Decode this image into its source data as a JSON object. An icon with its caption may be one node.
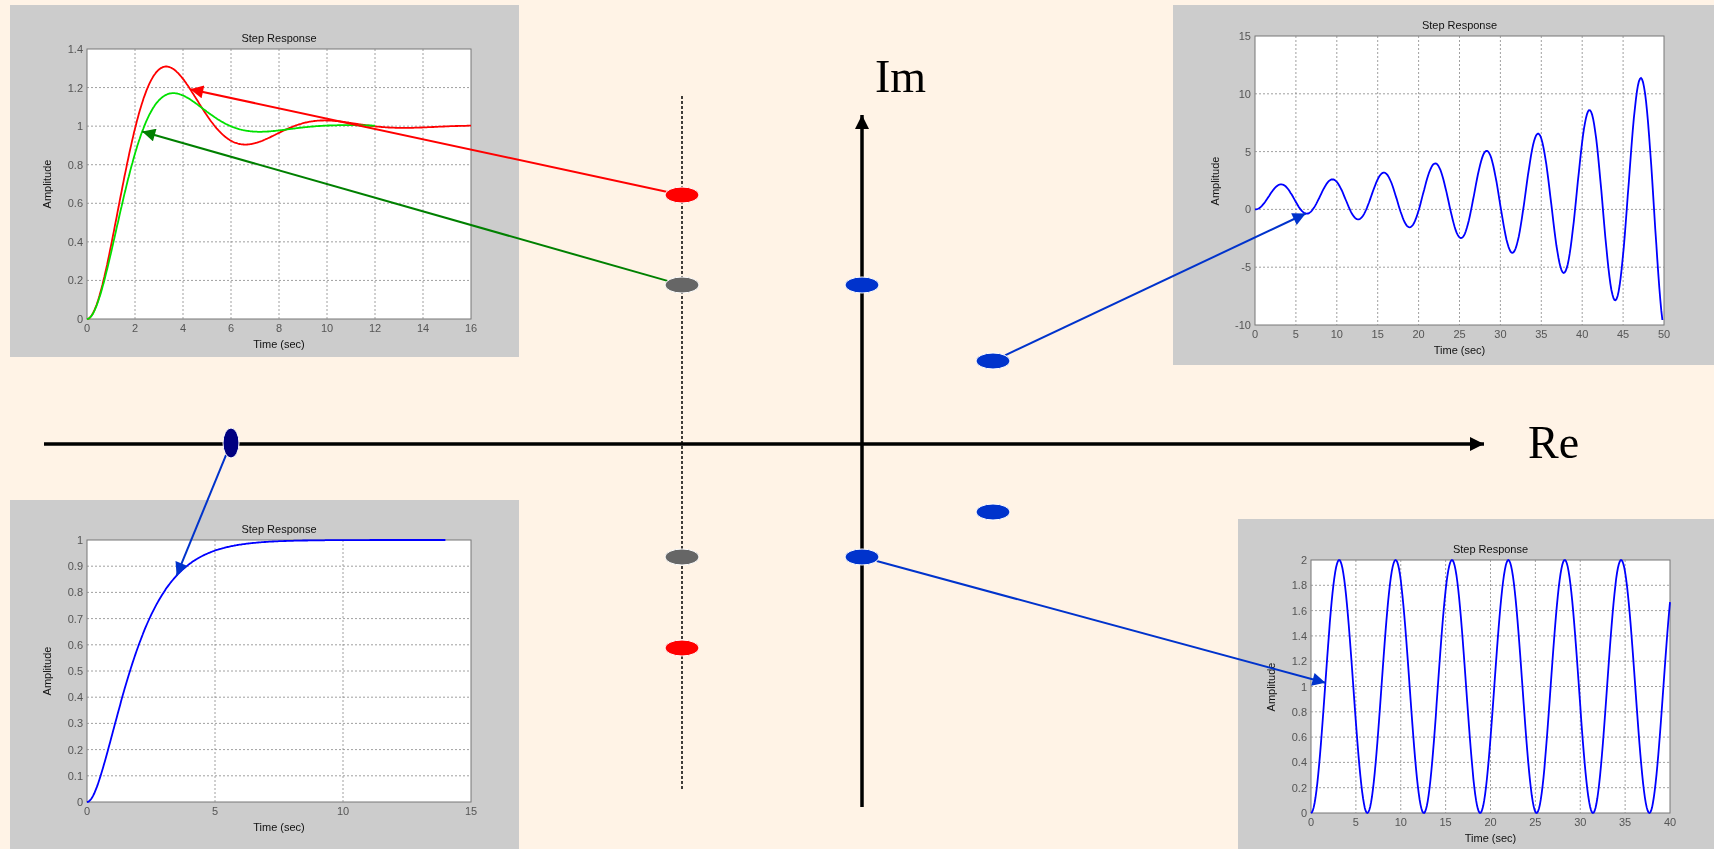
{
  "diagram": {
    "nodes": [
      {
        "text": [
          "Step Response",
          "Amplitude",
          "Time (sec)"
        ]
      },
      {
        "text": [
          "Step Response",
          "Amplitude",
          "Time (sec)"
        ]
      },
      {
        "text": [],
        "shape": "ellipse"
      },
      {
        "text": [],
        "shape": "ellipse"
      },
      {
        "text": [],
        "shape": "ellipse"
      },
      {
        "text": [],
        "shape": "ellipse"
      },
      {
        "text": [],
        "shape": "ellipse"
      },
      {
        "text": [],
        "shape": "ellipse"
      },
      {
        "text": [
          "Step Response",
          "Amplitude",
          "Time (sec)"
        ]
      },
      {
        "text": [],
        "shape": "ellipse"
      },
      {
        "text": [],
        "shape": "ellipse"
      },
      {
        "text": [
          "Step Response",
          "Amplitude",
          "Time (sec)"
        ]
      },
      {
        "text": [],
        "shape": "ellipse"
      }
    ],
    "edges": [
      {
        "from": 2,
        "to": 0,
        "arrow": "to",
        "color": "#ff0000"
      },
      {
        "from": 3,
        "to": 0,
        "arrow": "to",
        "color": "#008000"
      },
      {
        "from": 5,
        "to": 1,
        "arrow": "to"
      },
      {
        "from": 6,
        "to": 8,
        "arrow": "to"
      },
      {
        "from": 10,
        "to": 11,
        "arrow": "to"
      }
    ],
    "labels": [
      "Im",
      "Re",
      "0",
      "0.2",
      "0.4",
      "0.6",
      "0.8",
      "1",
      "1.2",
      "1.4",
      "0",
      "2",
      "4",
      "6",
      "8",
      "10",
      "12",
      "14",
      "16",
      "-10",
      "-5",
      "0",
      "5",
      "10",
      "15",
      "0",
      "5",
      "10",
      "15",
      "20",
      "25",
      "30",
      "35",
      "40",
      "45",
      "50",
      "0",
      "0.1",
      "0.2",
      "0.3",
      "0.4",
      "0.5",
      "0.6",
      "0.7",
      "0.8",
      "0.9",
      "1",
      "0",
      "5",
      "10",
      "15",
      "0",
      "0.2",
      "0.4",
      "0.6",
      "0.8",
      "1",
      "1.2",
      "1.4",
      "1.6",
      "1.8",
      "2",
      "0",
      "5",
      "10",
      "15",
      "20",
      "25",
      "30",
      "35",
      "40"
    ]
  }
}
